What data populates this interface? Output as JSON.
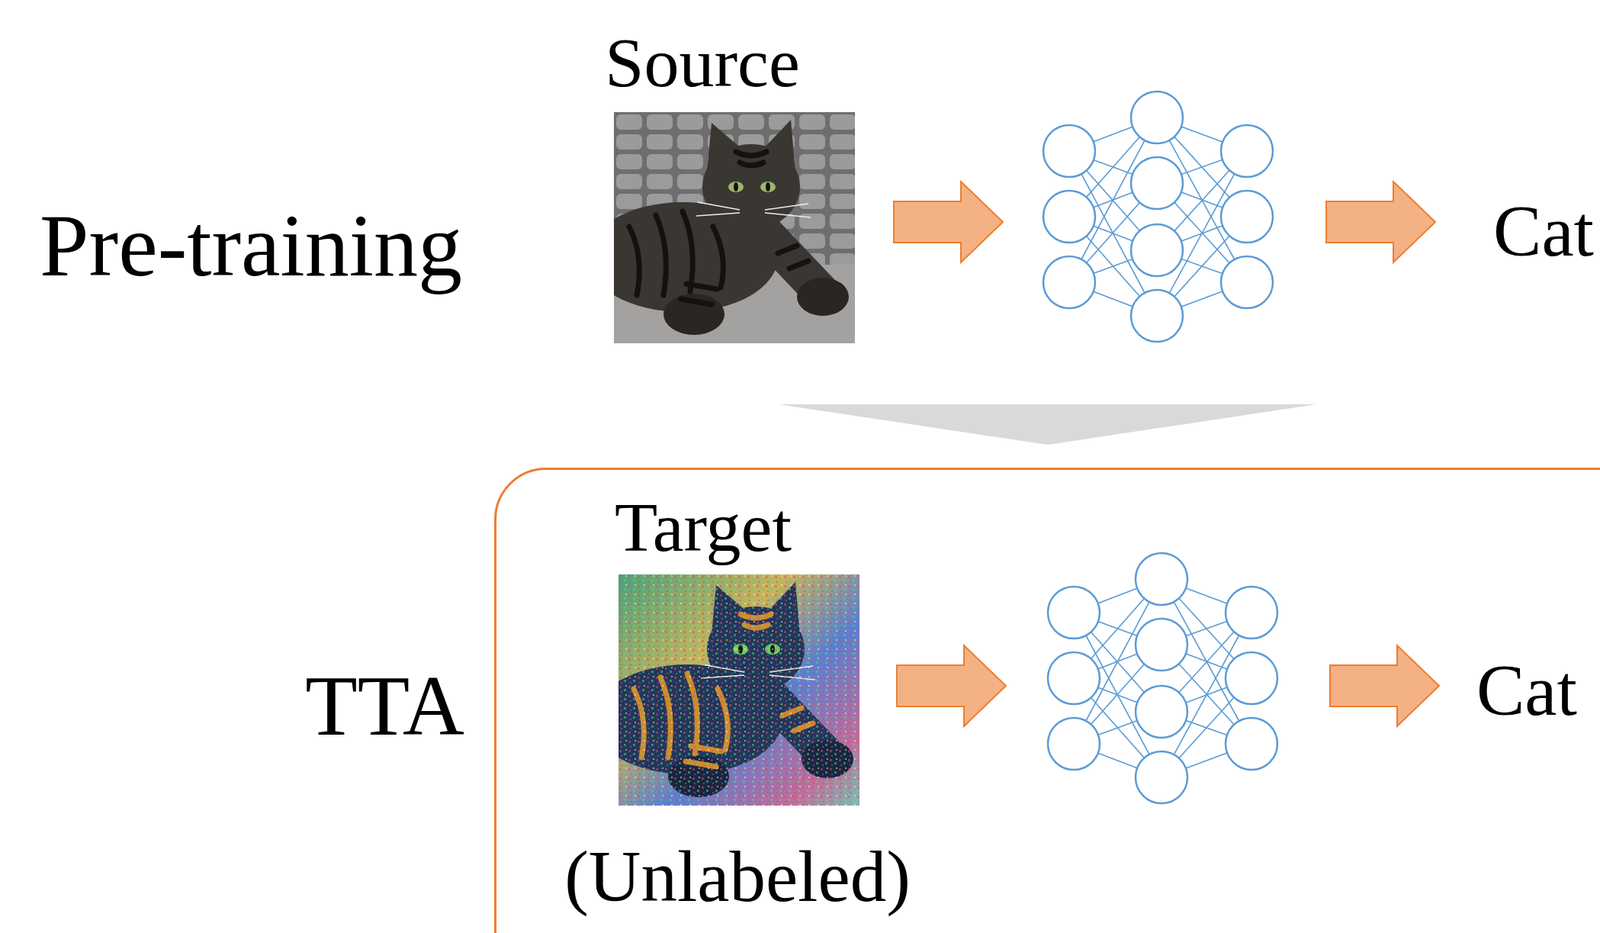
{
  "diagram": {
    "nodes": [
      {
        "text": [
          "Target",
          "(Unlabeled)"
        ]
      }
    ],
    "labels": [
      "Pre-training",
      "Source",
      "Cat",
      "TTA",
      "Cat"
    ]
  }
}
